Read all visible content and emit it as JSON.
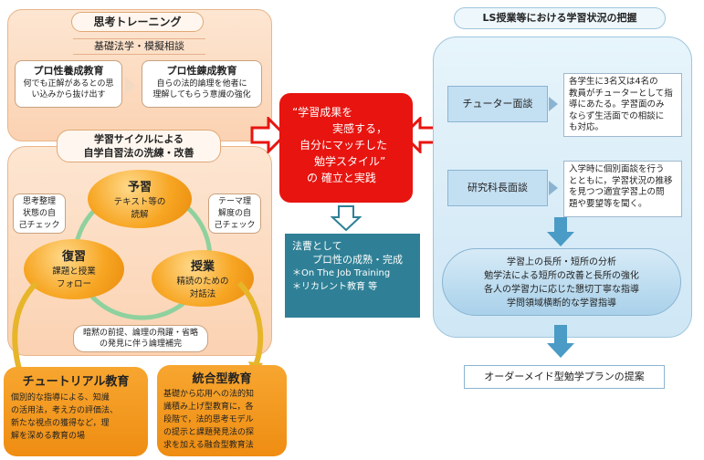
{
  "left_panel": {
    "title": "思考トレーニング",
    "subtitle": "基礎法学・模擬相談",
    "box_left_title": "プロ性養成教育",
    "box_left_body_1": "何でも正解があるとの思",
    "box_left_body_2": "い込みから抜け出す",
    "box_right_title": "プロ性錬成教育",
    "box_right_body_1": "自らの法的論理を他者に",
    "box_right_body_2": "理解してもらう意識の強化",
    "cycle_title_1": "学習サイクルによる",
    "cycle_title_2": "自学自習法の洗練・改善",
    "note_left_1": "思考整理",
    "note_left_2": "状態の自",
    "note_left_3": "己チェック",
    "note_right_1": "テーマ理",
    "note_right_2": "解度の自",
    "note_right_3": "己チェック",
    "yoshu_title": "予習",
    "yoshu_body_1": "テキスト等の",
    "yoshu_body_2": "読解",
    "fukushu_title": "復習",
    "fukushu_body_1": "課題と授業",
    "fukushu_body_2": "フォロー",
    "jugyo_title": "授業",
    "jugyo_body_1": "精読のための",
    "jugyo_body_2": "対話法",
    "bottom_note_1": "暗黙の前提、論理の飛躍・省略",
    "bottom_note_2": "の発見に伴う論理補完"
  },
  "tutorial": {
    "title": "チュートリアル教育",
    "body": [
      "個別的な指導による、知識",
      "の活用法，考え方の評価法、",
      "新たな視点の獲得など，理",
      "解を深める教育の場"
    ]
  },
  "integrated": {
    "title": "統合型教育",
    "body": [
      "基礎から応用への法的知",
      "識積み上げ型教育に，各",
      "段階で，法的思考モデル",
      "の提示と課題発見法の探",
      "求を加える融合型教育法"
    ]
  },
  "center": {
    "goal_lines": [
      "“学習成果を",
      "実感する，",
      "自分にマッチした",
      "勉学スタイル”",
      "の 確立と実践"
    ],
    "law_title_1": "法曹として",
    "law_title_2": "プロ性の成熟・完成",
    "law_item_1": "＊On The Job Training",
    "law_item_2": "＊リカレント教育  等"
  },
  "right_panel": {
    "header": "LS授業等における学習状況の把握",
    "tutor_label": "チューター面談",
    "tutor_note": [
      "各学生に3名又は4名の",
      "教員がチューターとして指",
      "導にあたる。学習面のみ",
      "ならず生活面での相談に",
      "も対応。"
    ],
    "dean_label": "研究科長面談",
    "dean_note": [
      "入学時に個別面談を行う",
      "とともに，学習状況の推移",
      "を見つつ適宜学習上の問",
      "題や要望等を聞く。"
    ],
    "analysis": [
      "学習上の長所・短所の分析",
      "勉学法による短所の改善と長所の強化",
      "各人の学習力に応じた懇切丁寧な指導",
      "学問領域横断的な学習指導"
    ],
    "result": "オーダーメイド型勉学プランの提案"
  },
  "colors": {
    "accent_red": "#e8140f",
    "teal_box": "#2f8096",
    "orange": "#f29a1d",
    "blue_arrow": "#4a9bc6"
  }
}
